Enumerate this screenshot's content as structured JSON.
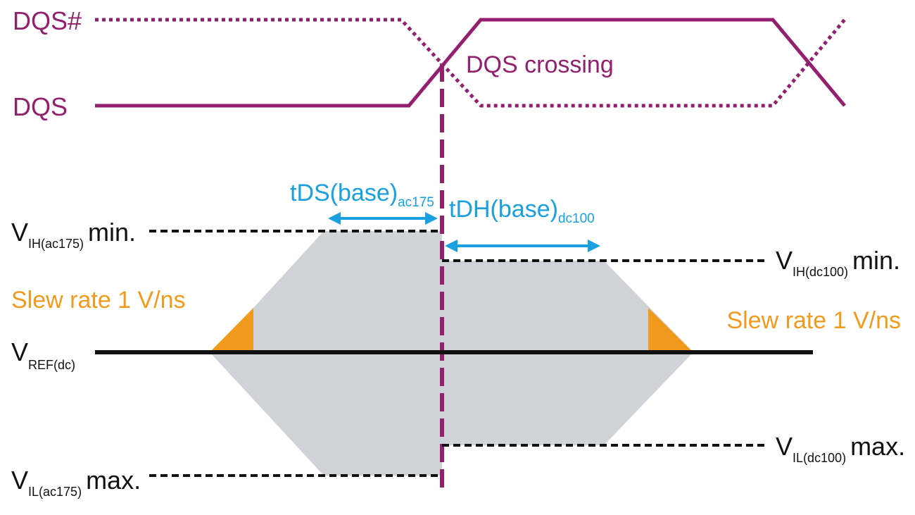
{
  "colors": {
    "signal": "#92206e",
    "reference": "#111111",
    "slew": "#f29a1e",
    "timing": "#1aa0de",
    "window": "#cfd3d7"
  },
  "signals": {
    "dqs_n": "DQS#",
    "dqs": "DQS",
    "crossing": "DQS crossing"
  },
  "timing": {
    "tds_base": "tDS(base)",
    "tds_sub": "ac175",
    "tdh_base": "tDH(base)",
    "tdh_sub": "dc100"
  },
  "levels": {
    "vih_ac": {
      "v": "V",
      "sub": "IH(ac175)",
      "suffix": "min."
    },
    "vil_ac": {
      "v": "V",
      "sub": "IL(ac175)",
      "suffix": "max."
    },
    "vih_dc": {
      "v": "V",
      "sub": "IH(dc100)",
      "suffix": "min."
    },
    "vil_dc": {
      "v": "V",
      "sub": "IL(dc100)",
      "suffix": "max."
    },
    "vref": {
      "v": "V",
      "sub": "REF(dc)"
    }
  },
  "slew": {
    "left": "Slew rate 1 V/ns",
    "right": "Slew rate 1 V/ns"
  }
}
